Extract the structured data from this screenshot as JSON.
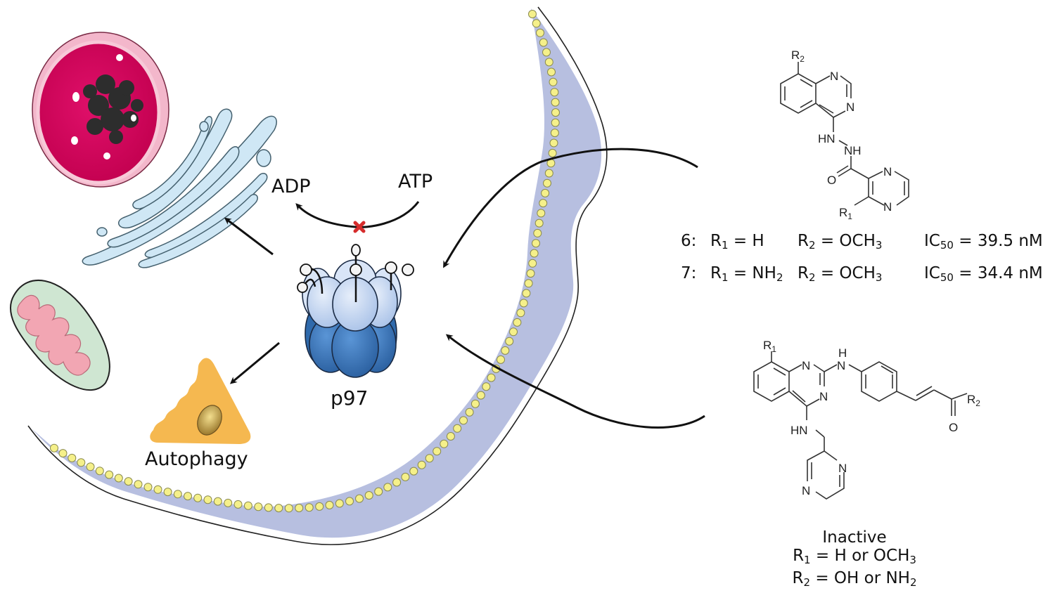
{
  "figure": {
    "labels": {
      "adp": "ADP",
      "atp": "ATP",
      "p97": "p97",
      "autophagy": "Autophagy"
    },
    "icons": {
      "nucleus": "nucleus-icon",
      "golgi": "golgi-apparatus-icon",
      "mitochondrion": "mitochondrion-icon",
      "autophagy_cell": "autophagy-cell-icon",
      "p97_hexamer": "p97-hexamer-icon",
      "inhibition_mark": "red-x-inhibition-icon",
      "membrane": "cell-membrane-icon"
    },
    "colors": {
      "nucleus": "#d4005a",
      "golgi": "#cfe7f5",
      "mitochondrion_outer": "#cfe6d2",
      "mitochondrion_inner": "#f2a6b3",
      "autophagy": "#f5b850",
      "p97_top": "#c9d9f2",
      "p97_bottom": "#3c78bd",
      "membrane_band": "#b7bfe0",
      "membrane_beads": "#f5f08a",
      "inhibition": "#d62c2c"
    }
  },
  "compounds": {
    "active_series": {
      "structure_labels": {
        "r2": "R2",
        "r1": "R1",
        "n": "N",
        "hn": "HN",
        "nh": "NH",
        "o": "O"
      },
      "rows": [
        {
          "id": "6:",
          "r1_label": "R",
          "r1_sub": "1",
          "r1_value": " = H",
          "r2_label": "R",
          "r2_sub": "2",
          "r2_value": " = OCH",
          "r2_value_sub": "3",
          "ic50_label": "IC",
          "ic50_sub": "50",
          "ic50_value": " = 39.5 nM"
        },
        {
          "id": "7:",
          "r1_label": "R",
          "r1_sub": "1",
          "r1_value": " = NH",
          "r1_value_sub": "2",
          "r2_label": "R",
          "r2_sub": "2",
          "r2_value": " = OCH",
          "r2_value_sub": "3",
          "ic50_label": "IC",
          "ic50_sub": "50",
          "ic50_value": " = 34.4 nM"
        }
      ]
    },
    "inactive_series": {
      "title": "Inactive",
      "r1_line": {
        "label": "R",
        "sub": "1",
        "value": " = H or OCH",
        "value_sub": "3"
      },
      "r2_line": {
        "label": "R",
        "sub": "2",
        "value": " = OH or NH",
        "value_sub": "2"
      }
    }
  }
}
